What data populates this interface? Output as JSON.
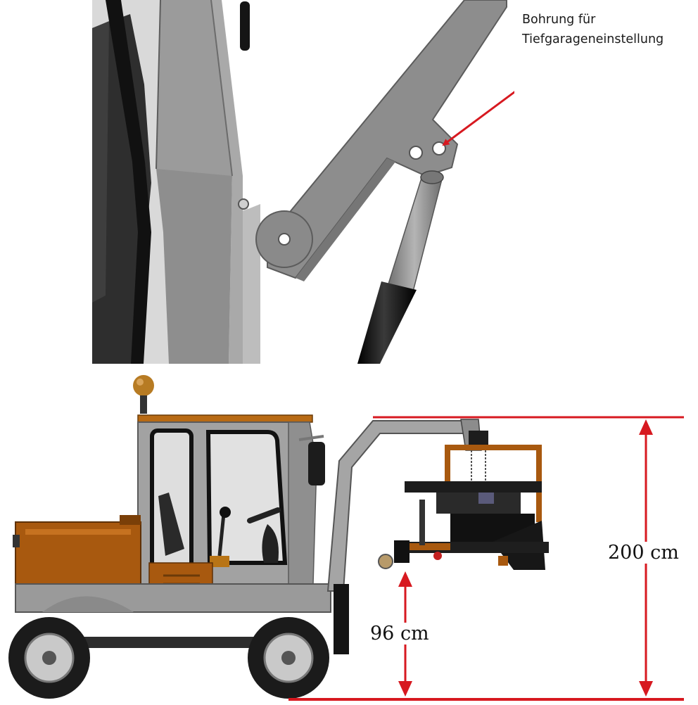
{
  "callout": {
    "line1": "Bohrung für",
    "line2": "Tiefgarageneinstellung"
  },
  "dimensions": {
    "total_height": "200 cm",
    "ground_clearance": "96 cm"
  },
  "colors": {
    "dimension_red": "#d71920",
    "body_orange": "#a8590f",
    "frame_gray": "#9a9a9a",
    "detail_gray": "#848484",
    "cylinder_black": "#141414"
  }
}
